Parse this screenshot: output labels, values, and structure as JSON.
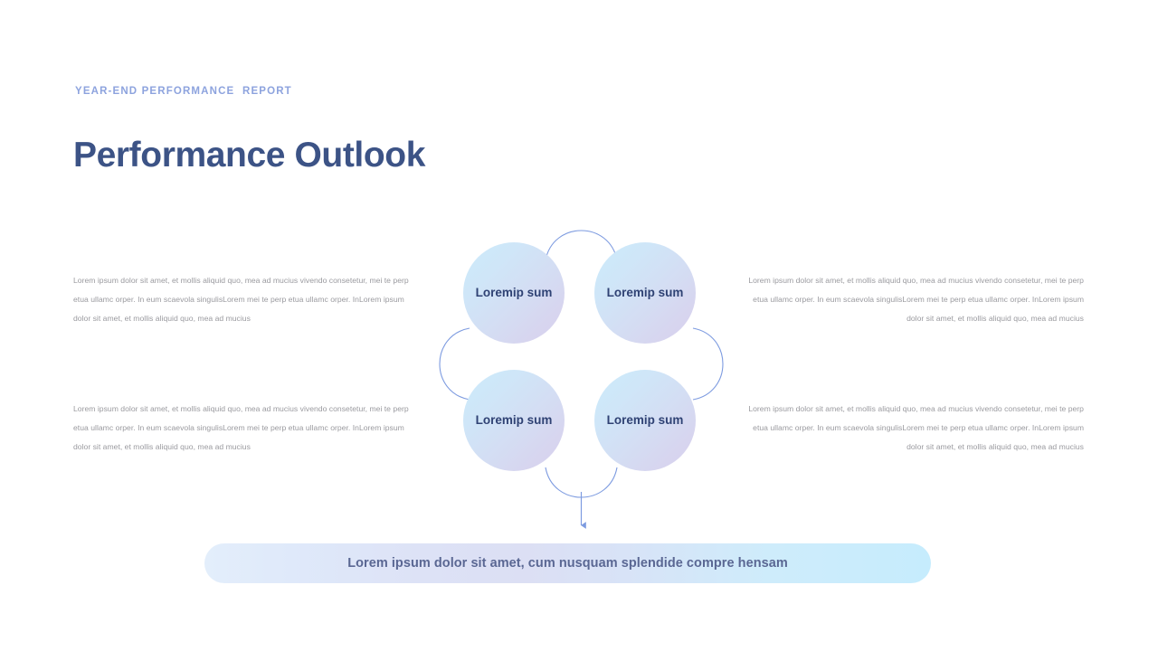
{
  "header": {
    "eyebrow": "YEAR-END PERFORMANCE  REPORT",
    "title": "Performance Outlook"
  },
  "paragraphs": {
    "top_left": "Lorem ipsum dolor sit amet, et mollis aliquid quo, mea ad mucius vivendo consetetur, mei te perp etua ullamc orper. In eum scaevola singulisLorem mei te perp etua ullamc orper. InLorem ipsum dolor sit amet, et mollis aliquid quo, mea ad mucius",
    "bottom_left": "Lorem ipsum dolor sit amet, et mollis aliquid quo, mea ad mucius vivendo consetetur, mei te perp etua ullamc orper. In eum scaevola singulisLorem mei te perp etua ullamc orper. InLorem ipsum dolor sit amet, et mollis aliquid quo, mea ad mucius",
    "top_right": "Lorem ipsum dolor sit amet, et mollis aliquid quo, mea ad mucius vivendo consetetur, mei te perp etua ullamc orper. In eum scaevola singulisLorem mei te perp etua ullamc orper. InLorem ipsum dolor sit amet, et mollis aliquid quo, mea ad mucius",
    "bottom_right": "Lorem ipsum dolor sit amet, et mollis aliquid quo, mea ad mucius vivendo consetetur, mei te perp etua ullamc orper. In eum scaevola singulisLorem mei te perp etua ullamc orper. InLorem ipsum dolor sit amet, et mollis aliquid quo, mea ad mucius"
  },
  "diagram": {
    "nodes": [
      {
        "id": "top-left",
        "label": "Loremip sum"
      },
      {
        "id": "top-right",
        "label": "Loremip sum"
      },
      {
        "id": "bottom-left",
        "label": "Loremip sum"
      },
      {
        "id": "bottom-right",
        "label": "Loremip sum"
      }
    ],
    "connector_color": "#7d9be0",
    "node_text_color": "#2f4274"
  },
  "banner": {
    "text": "Lorem ipsum dolor sit amet, cum nusquam splendide compre hensam",
    "text_color": "#5a6793"
  },
  "colors": {
    "eyebrow": "#8da3de",
    "title": "#3c5386",
    "body_text": "#9a9a9f",
    "node_gradient_start": "#ccebfb",
    "node_gradient_end": "#d8d2ee",
    "banner_gradient_start": "#e3eefb",
    "banner_gradient_end": "#c6ecfd"
  }
}
